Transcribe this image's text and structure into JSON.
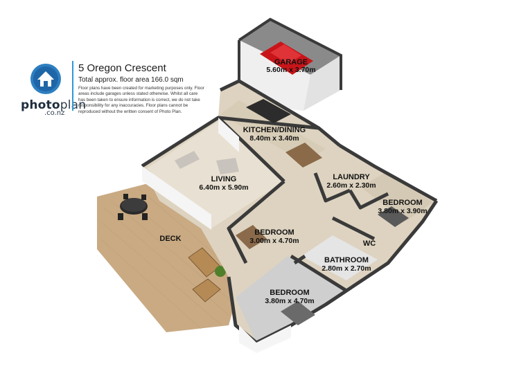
{
  "brand": {
    "name_bold": "photo",
    "name_rest": "plan",
    "domain": ".co.nz"
  },
  "header": {
    "address": "5 Oregon Crescent",
    "floor_area": "Total approx. floor area 166.0 sqm",
    "disclaimer": "Floor plans have been created for marketing purposes only. Floor areas include garages unless stated otherwise. Whilst all care has been taken to ensure information is correct, we do not take responsibility for any inaccuracies. Floor plans cannot be reproduced without the written consent of Photo Plan."
  },
  "rooms": {
    "garage": {
      "name": "GARAGE",
      "size": "5.60m x 3.70m"
    },
    "kitchen": {
      "name": "KITCHEN/DINING",
      "size": "8.40m x 3.40m"
    },
    "living": {
      "name": "LIVING",
      "size": "6.40m x 5.90m"
    },
    "laundry": {
      "name": "LAUNDRY",
      "size": "2.60m x 2.30m"
    },
    "bedroom1": {
      "name": "BEDROOM",
      "size": "3.80m x 3.90m"
    },
    "bedroom2": {
      "name": "BEDROOM",
      "size": "3.00m x 4.70m"
    },
    "wc": {
      "name": "WC"
    },
    "bathroom": {
      "name": "BATHROOM",
      "size": "2.80m x 2.70m"
    },
    "bedroom3": {
      "name": "BEDROOM",
      "size": "3.80m x 4.70m"
    },
    "deck": {
      "name": "DECK"
    }
  },
  "colors": {
    "wall_top": "#3a3a3a",
    "wall_face": "#f3f3f3",
    "floor": "#d8cdb8",
    "deck": "#c9aa83",
    "garage_floor": "#8a8a8a",
    "car": "#c8151a",
    "accent": "#2d9ad8"
  }
}
